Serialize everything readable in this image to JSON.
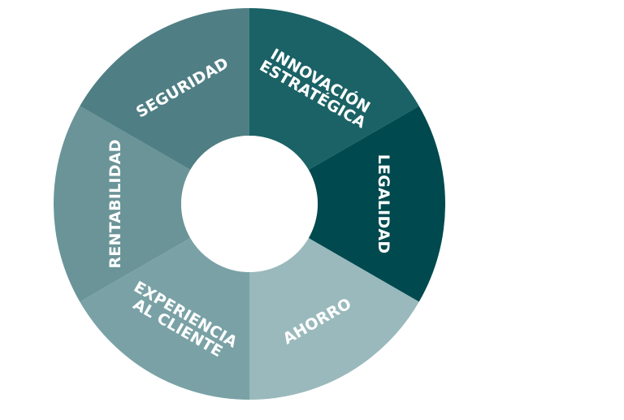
{
  "diagram": {
    "type": "segmented-ring",
    "segments": [
      {
        "label_lines": [
          "INNOVACIÓN",
          "ESTRATÉGICA"
        ],
        "color": "#1b6266"
      },
      {
        "label_lines": [
          "LEGALIDAD"
        ],
        "color": "#004a4f"
      },
      {
        "label_lines": [
          "AHORRO"
        ],
        "color": "#9ab9bc"
      },
      {
        "label_lines": [
          "EXPERIENCIA",
          "AL CLIENTE"
        ],
        "color": "#7aa2a6"
      },
      {
        "label_lines": [
          "RENTABILIDAD"
        ],
        "color": "#6a9498"
      },
      {
        "label_lines": [
          "SEGURIDAD"
        ],
        "color": "#4f7f84"
      }
    ],
    "center_color": "#ffffff"
  }
}
